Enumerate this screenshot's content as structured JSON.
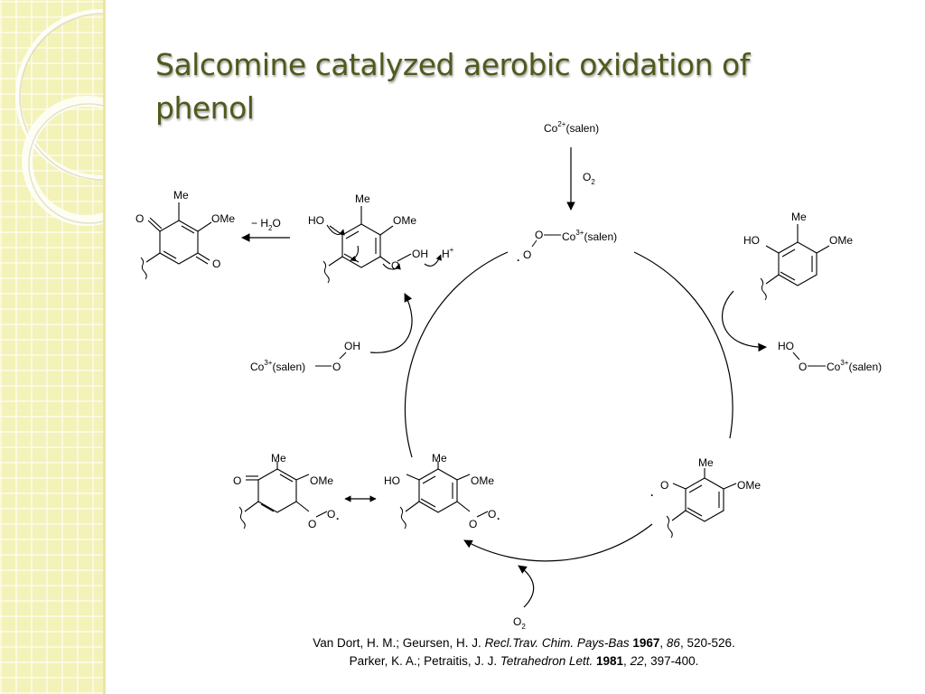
{
  "slide": {
    "title_line1": "Salcomine catalyzed aerobic oxidation of",
    "title_line2": "phenol",
    "accent_color": "#4f5a1c",
    "sidebar_color": "#f3f2b8"
  },
  "scheme": {
    "catalyst": {
      "co": "Co",
      "charge": "2+",
      "ligand": "(salen)"
    },
    "o2_top": {
      "main": "O",
      "sub": "2"
    },
    "superoxo": {
      "o1": "O",
      "o2": "O",
      "radical": "·",
      "co": "Co",
      "charge": "3+",
      "ligand": "(salen)"
    },
    "phenol": {
      "me": "Me",
      "ho": "HO",
      "ome": "OMe"
    },
    "hydroperoxo_right": {
      "ho": "HO",
      "o": "O",
      "co": "Co",
      "charge": "3+",
      "ligand": "(salen)"
    },
    "phenoxyl": {
      "o": "O",
      "radical": "·",
      "me": "Me",
      "ome": "OMe"
    },
    "o2_bottom": {
      "main": "O",
      "sub": "2"
    },
    "peroxyl": {
      "ho": "HO",
      "me": "Me",
      "ome": "OMe",
      "o1": "O",
      "o2": "O",
      "radical": "·"
    },
    "peroxyl_resonance": {
      "o_keto": "O",
      "me": "Me",
      "ome": "OMe",
      "o1": "O",
      "o2": "O",
      "radical": "·"
    },
    "hydroperoxo_left": {
      "co": "Co",
      "charge": "3+",
      "ligand": "(salen)",
      "o": "O",
      "oh": "OH"
    },
    "hydroperoxide": {
      "me": "Me",
      "ho": "HO",
      "ome": "OMe",
      "o": "O",
      "oh": "OH",
      "h_plus": "H",
      "plus": "+"
    },
    "water_loss": {
      "text": "− H",
      "sub": "2",
      "tail": "O"
    },
    "quinone": {
      "me": "Me",
      "o_top": "O",
      "ome": "OMe",
      "o_bottom": "O"
    }
  },
  "references": [
    {
      "authors": "Van Dort, H. M.; Geursen, H. J. ",
      "journal": "Recl.Trav. Chim. Pays-Bas",
      "year": "1967",
      "volume": "86",
      "pages": ", 520-526."
    },
    {
      "authors": "Parker, K. A.; Petraitis, J. J. ",
      "journal": "Tetrahedron Lett.",
      "year": "1981",
      "volume": "22",
      "pages": ", 397-400."
    }
  ]
}
